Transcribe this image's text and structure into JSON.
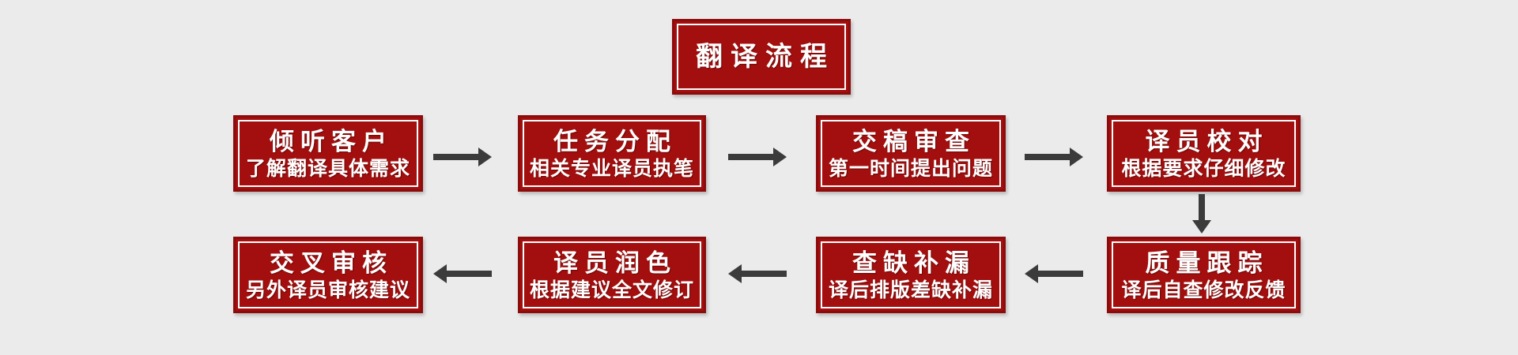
{
  "header": {
    "title": "翻译流程"
  },
  "colors": {
    "background": "#ebebeb",
    "box_fill": "#a30e0e",
    "box_border": "#8c0b0b",
    "inner_line": "#ffffff",
    "text": "#ffffff",
    "arrow": "#3b3b3b"
  },
  "steps": [
    {
      "title": "倾听客户",
      "subtitle": "了解翻译具体需求"
    },
    {
      "title": "任务分配",
      "subtitle": "相关专业译员执笔"
    },
    {
      "title": "交稿审查",
      "subtitle": "第一时间提出问题"
    },
    {
      "title": "译员校对",
      "subtitle": "根据要求仔细修改"
    },
    {
      "title": "质量跟踪",
      "subtitle": "译后自查修改反馈"
    },
    {
      "title": "查缺补漏",
      "subtitle": "译后排版差缺补漏"
    },
    {
      "title": "译员润色",
      "subtitle": "根据建议全文修订"
    },
    {
      "title": "交叉审核",
      "subtitle": "另外译员审核建议"
    }
  ],
  "connections": [
    {
      "from": "倾听客户",
      "to": "任务分配",
      "direction": "right"
    },
    {
      "from": "任务分配",
      "to": "交稿审查",
      "direction": "right"
    },
    {
      "from": "交稿审查",
      "to": "译员校对",
      "direction": "right"
    },
    {
      "from": "译员校对",
      "to": "质量跟踪",
      "direction": "down"
    },
    {
      "from": "质量跟踪",
      "to": "查缺补漏",
      "direction": "left"
    },
    {
      "from": "查缺补漏",
      "to": "译员润色",
      "direction": "left"
    },
    {
      "from": "译员润色",
      "to": "交叉审核",
      "direction": "left"
    }
  ]
}
